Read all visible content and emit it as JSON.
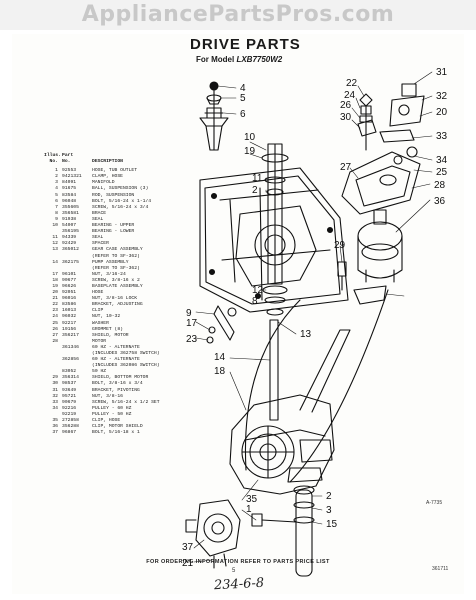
{
  "site_title": "AppliancePartsPros.com",
  "sheet": {
    "title": "DRIVE PARTS",
    "model_prefix": "For Model",
    "model_value": "LXB7750W2"
  },
  "parts_table": {
    "header_line1": [
      "Illus.",
      "Part",
      ""
    ],
    "header_line2": [
      "No.",
      "No.",
      "DESCRIPTION"
    ],
    "rows": [
      [
        "1",
        "92553",
        "HOSE, TUB OUTLET"
      ],
      [
        "2",
        "9421321",
        "CLAMP, HOSE"
      ],
      [
        "3",
        "84091",
        "MANIFOLD"
      ],
      [
        "4",
        "91675",
        "BALL, SUSPENSION (3)"
      ],
      [
        "5",
        "83584",
        "ROD, SUSPENSION"
      ],
      [
        "6",
        "96048",
        "BOLT, 5/16-24 x 1-1/4"
      ],
      [
        "7",
        "355605",
        "SCREW, 5/16-24 x 3/4"
      ],
      [
        "8",
        "356581",
        "BRACE"
      ],
      [
        "9",
        "91938",
        "SEAL"
      ],
      [
        "10",
        "54007",
        "BEARING - UPPER"
      ],
      [
        "",
        "356195",
        "BEARING - LOWER"
      ],
      [
        "11",
        "94339",
        "SEAL"
      ],
      [
        "12",
        "92429",
        "SPACER"
      ],
      [
        "13",
        "365012",
        "GEAR CASE ASSEMBLY"
      ],
      [
        "",
        "",
        "(REFER TO SF-362)"
      ],
      [
        "14",
        "362175",
        "PUMP ASSEMBLY"
      ],
      [
        "",
        "",
        "(REFER TO SF-362)"
      ],
      [
        "17",
        "96101",
        "NUT, 3/16-24"
      ],
      [
        "18",
        "90677",
        "SCREW, 3/8-16 x 2"
      ],
      [
        "19",
        "96626",
        "BASEPLATE ASSEMBLY"
      ],
      [
        "20",
        "92051",
        "HOSE"
      ],
      [
        "21",
        "96016",
        "NUT, 3/8-16 LOCK"
      ],
      [
        "22",
        "83586",
        "BRACKET, ADJUSTING"
      ],
      [
        "23",
        "16013",
        "CLIP"
      ],
      [
        "24",
        "96032",
        "NUT, 10-32"
      ],
      [
        "25",
        "92217",
        "WASHER"
      ],
      [
        "26",
        "19156",
        "GROMMET (8)"
      ],
      [
        "27",
        "356217",
        "SHIELD, MOTOR"
      ],
      [
        "28",
        "",
        "MOTOR"
      ],
      [
        "",
        "361346",
        "60 HZ - ALTERNATE"
      ],
      [
        "",
        "",
        "(INCLUDES 362758 SWITCH)"
      ],
      [
        "",
        "362856",
        "60 HZ - ALTERNATE"
      ],
      [
        "",
        "",
        "(INCLUDES 362086 SWITCH)"
      ],
      [
        "",
        "83052",
        "50 HZ"
      ],
      [
        "29",
        "356314",
        "SHIELD, BOTTOM MOTOR"
      ],
      [
        "30",
        "98537",
        "BOLT, 3/8-16 x 3/4"
      ],
      [
        "31",
        "93649",
        "BRACKET, PIVOTING"
      ],
      [
        "32",
        "95721",
        "NUT, 3/8-16"
      ],
      [
        "33",
        "90679",
        "SCREW, 5/16-24 x 1/2 SET"
      ],
      [
        "34",
        "92216",
        "PULLEY - 60 HZ"
      ],
      [
        "",
        "92219",
        "PULLEY - 50 HZ"
      ],
      [
        "35",
        "272858",
        "CLIP, HOSE"
      ],
      [
        "36",
        "356288",
        "CLIP, MOTOR SHIELD"
      ],
      [
        "37",
        "96867",
        "BOLT, 5/16-18 x 1"
      ]
    ]
  },
  "callouts": [
    "4",
    "5",
    "6",
    "10",
    "19",
    "11",
    "2",
    "12",
    "8",
    "9",
    "17",
    "23",
    "13",
    "14",
    "18",
    "35",
    "1",
    "2",
    "3",
    "15",
    "37",
    "21",
    "22",
    "24",
    "26",
    "30",
    "31",
    "32",
    "20",
    "33",
    "34",
    "25",
    "27",
    "28",
    "36",
    "29"
  ],
  "figure_code": "A-7735",
  "footer_text": "FOR ORDERING INFORMATION REFER TO PARTS PRICE LIST",
  "page_number": "5",
  "document_code": "361711",
  "handwritten_note": "234-6-8",
  "colors": {
    "ink": "#111111",
    "paper": "#fdfdfb",
    "watermark": "#c8c8c8"
  }
}
